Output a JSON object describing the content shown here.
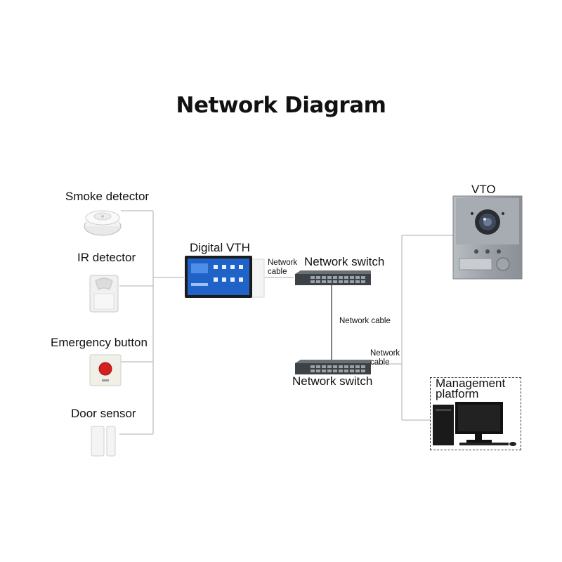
{
  "title": "Network Diagram",
  "devices": {
    "smoke": "Smoke detector",
    "ir": "IR detector",
    "emergency": "Emergency button",
    "door": "Door sensor",
    "vth": "Digital VTH",
    "switch_top": "Network switch",
    "switch_bottom": "Network switch",
    "vto": "VTO",
    "management_line1": "Management",
    "management_line2": "platform"
  },
  "cables": {
    "vth_switch_line1": "Network",
    "vth_switch_line2": "cable",
    "switch_switch": "Network cable",
    "switch_right_line1": "Network",
    "switch_right_line2": "cable"
  },
  "colors": {
    "line": "#c8c8c8",
    "switch_line": "#555555",
    "vto_panel": "#9aa0a6",
    "emergency_red": "#d32020",
    "screen_blue": "#1f63c9"
  }
}
